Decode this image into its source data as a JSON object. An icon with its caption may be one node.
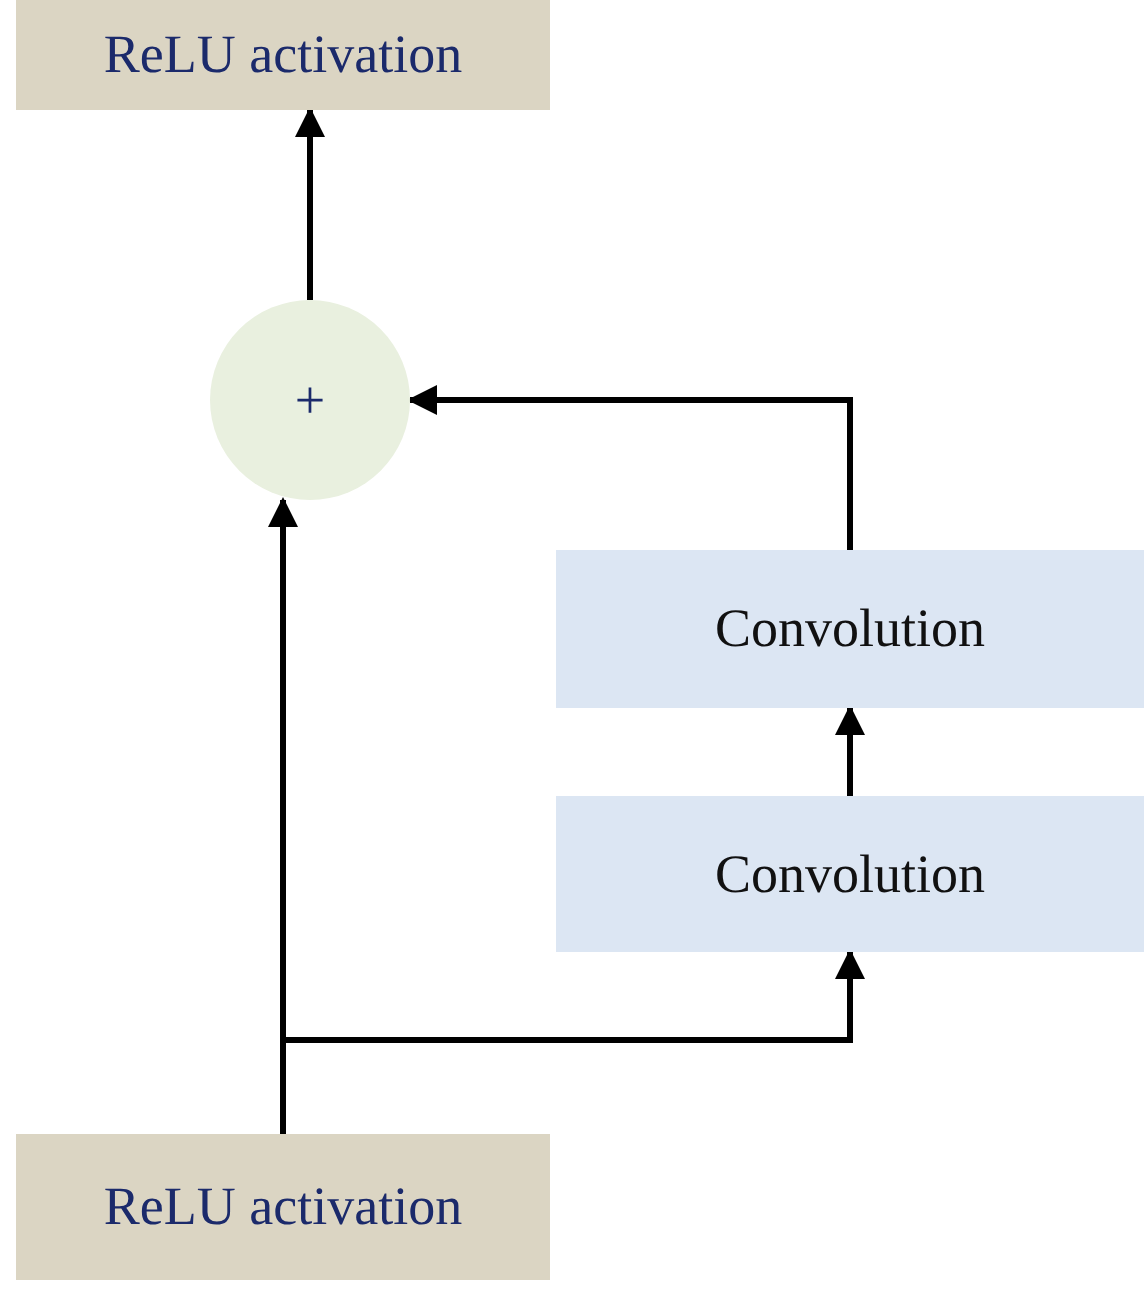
{
  "diagram": {
    "nodes": [
      {
        "text": [
          "ReLU activation"
        ]
      },
      {
        "text": [
          "+"
        ]
      },
      {
        "text": [
          "Convolution"
        ]
      },
      {
        "text": [
          "Convolution"
        ]
      },
      {
        "text": [
          "ReLU activation"
        ]
      }
    ],
    "edges": [
      {
        "from": 1,
        "to": 0,
        "arrow": "to"
      },
      {
        "from": 2,
        "to": 1,
        "arrow": "to"
      },
      {
        "from": 3,
        "to": 2,
        "arrow": "to"
      },
      {
        "from": 4,
        "to": 1,
        "arrow": "to"
      },
      {
        "from": 4,
        "to": 3,
        "arrow": "to"
      }
    ]
  }
}
